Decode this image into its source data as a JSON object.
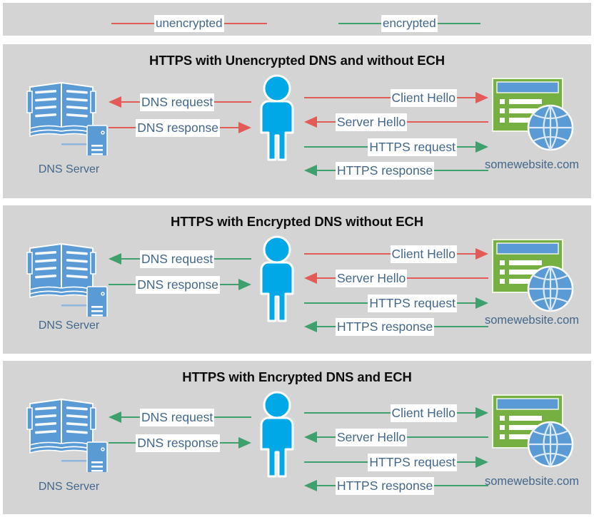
{
  "legend": {
    "items": [
      {
        "label": "unencrypted",
        "color": "#e35b57",
        "name": "legend-unencrypted"
      },
      {
        "label": "encrypted",
        "color": "#3da06d",
        "name": "legend-encrypted"
      }
    ]
  },
  "colors": {
    "unencrypted": "#e35b57",
    "encrypted": "#3da06d",
    "panel_background": "#d4d4d4",
    "label_text": "#44678b",
    "title_text": "#0d0d0d",
    "person": "#00a8e8",
    "dns_book": "#5b9bd5",
    "site_box": "#76b043",
    "site_titlebar": "#5b9bd5",
    "globe": "#5b9bd5"
  },
  "panels": [
    {
      "id": "panel-1",
      "title": "HTTPS with Unencrypted DNS and without ECH",
      "dns_caption": "DNS Server",
      "site_caption": "somewebsite.com",
      "messages": [
        {
          "label": "DNS request",
          "direction": "left",
          "encrypted": false,
          "side": "dns"
        },
        {
          "label": "DNS response",
          "direction": "right",
          "encrypted": false,
          "side": "dns"
        },
        {
          "label": "Client Hello",
          "direction": "right",
          "encrypted": false,
          "side": "web"
        },
        {
          "label": "Server Hello",
          "direction": "left",
          "encrypted": false,
          "side": "web"
        },
        {
          "label": "HTTPS request",
          "direction": "right",
          "encrypted": true,
          "side": "web"
        },
        {
          "label": "HTTPS response",
          "direction": "left",
          "encrypted": true,
          "side": "web"
        }
      ]
    },
    {
      "id": "panel-2",
      "title": "HTTPS with Encrypted DNS without ECH",
      "dns_caption": "DNS Server",
      "site_caption": "somewebsite.com",
      "messages": [
        {
          "label": "DNS request",
          "direction": "left",
          "encrypted": true,
          "side": "dns"
        },
        {
          "label": "DNS response",
          "direction": "right",
          "encrypted": true,
          "side": "dns"
        },
        {
          "label": "Client Hello",
          "direction": "right",
          "encrypted": false,
          "side": "web"
        },
        {
          "label": "Server Hello",
          "direction": "left",
          "encrypted": false,
          "side": "web"
        },
        {
          "label": "HTTPS request",
          "direction": "right",
          "encrypted": true,
          "side": "web"
        },
        {
          "label": "HTTPS response",
          "direction": "left",
          "encrypted": true,
          "side": "web"
        }
      ]
    },
    {
      "id": "panel-3",
      "title": "HTTPS with Encrypted DNS and ECH",
      "dns_caption": "DNS Server",
      "site_caption": "somewebsite.com",
      "messages": [
        {
          "label": "DNS request",
          "direction": "left",
          "encrypted": true,
          "side": "dns"
        },
        {
          "label": "DNS response",
          "direction": "right",
          "encrypted": true,
          "side": "dns"
        },
        {
          "label": "Client Hello",
          "direction": "right",
          "encrypted": true,
          "side": "web"
        },
        {
          "label": "Server Hello",
          "direction": "left",
          "encrypted": true,
          "side": "web"
        },
        {
          "label": "HTTPS request",
          "direction": "right",
          "encrypted": true,
          "side": "web"
        },
        {
          "label": "HTTPS response",
          "direction": "left",
          "encrypted": true,
          "side": "web"
        }
      ]
    }
  ],
  "icons": {
    "dns": "dns-server-book-icon",
    "person": "user-person-icon",
    "website": "website-browser-globe-icon"
  }
}
